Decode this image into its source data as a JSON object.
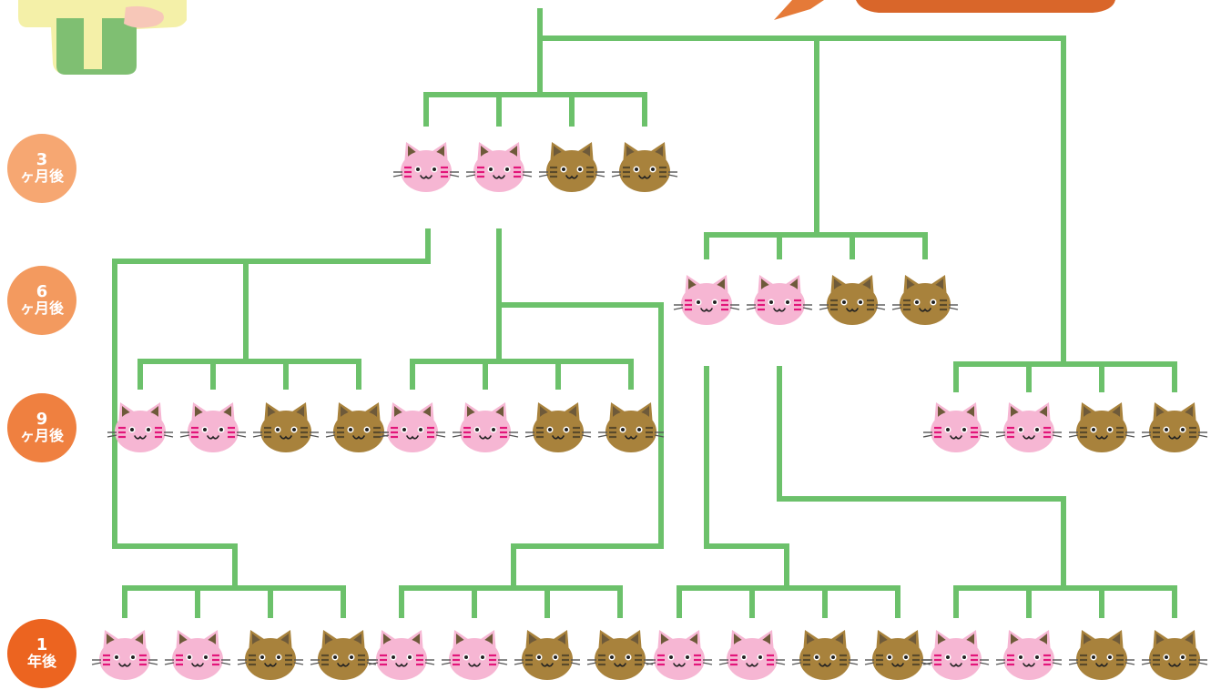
{
  "colors": {
    "line": "#6cc16b",
    "pink_cat": "#f6b6d3",
    "brown_cat": "#a8823c",
    "whisker_pink": "#e2167a",
    "badge": [
      "#f6a772",
      "#f39a5f",
      "#ef8040",
      "#ec6420"
    ]
  },
  "badges": [
    {
      "num": "3",
      "unit": "ヶ月後"
    },
    {
      "num": "6",
      "unit": "ヶ月後"
    },
    {
      "num": "9",
      "unit": "ヶ月後"
    },
    {
      "num": "1",
      "unit": "年後"
    }
  ],
  "generations": [
    {
      "name": "3ヶ月後",
      "cats": [
        "pink",
        "pink",
        "brown",
        "brown"
      ]
    },
    {
      "name": "6ヶ月後",
      "cats": [
        "pink",
        "pink",
        "brown",
        "brown"
      ]
    },
    {
      "name": "9ヶ月後",
      "cats": [
        "pink",
        "pink",
        "brown",
        "brown",
        "pink",
        "pink",
        "brown",
        "brown",
        "pink",
        "pink",
        "brown",
        "brown"
      ]
    },
    {
      "name": "1年後",
      "cats": [
        "pink",
        "pink",
        "brown",
        "brown",
        "pink",
        "pink",
        "brown",
        "brown",
        "pink",
        "pink",
        "brown",
        "brown",
        "pink",
        "pink",
        "brown",
        "brown"
      ]
    }
  ]
}
